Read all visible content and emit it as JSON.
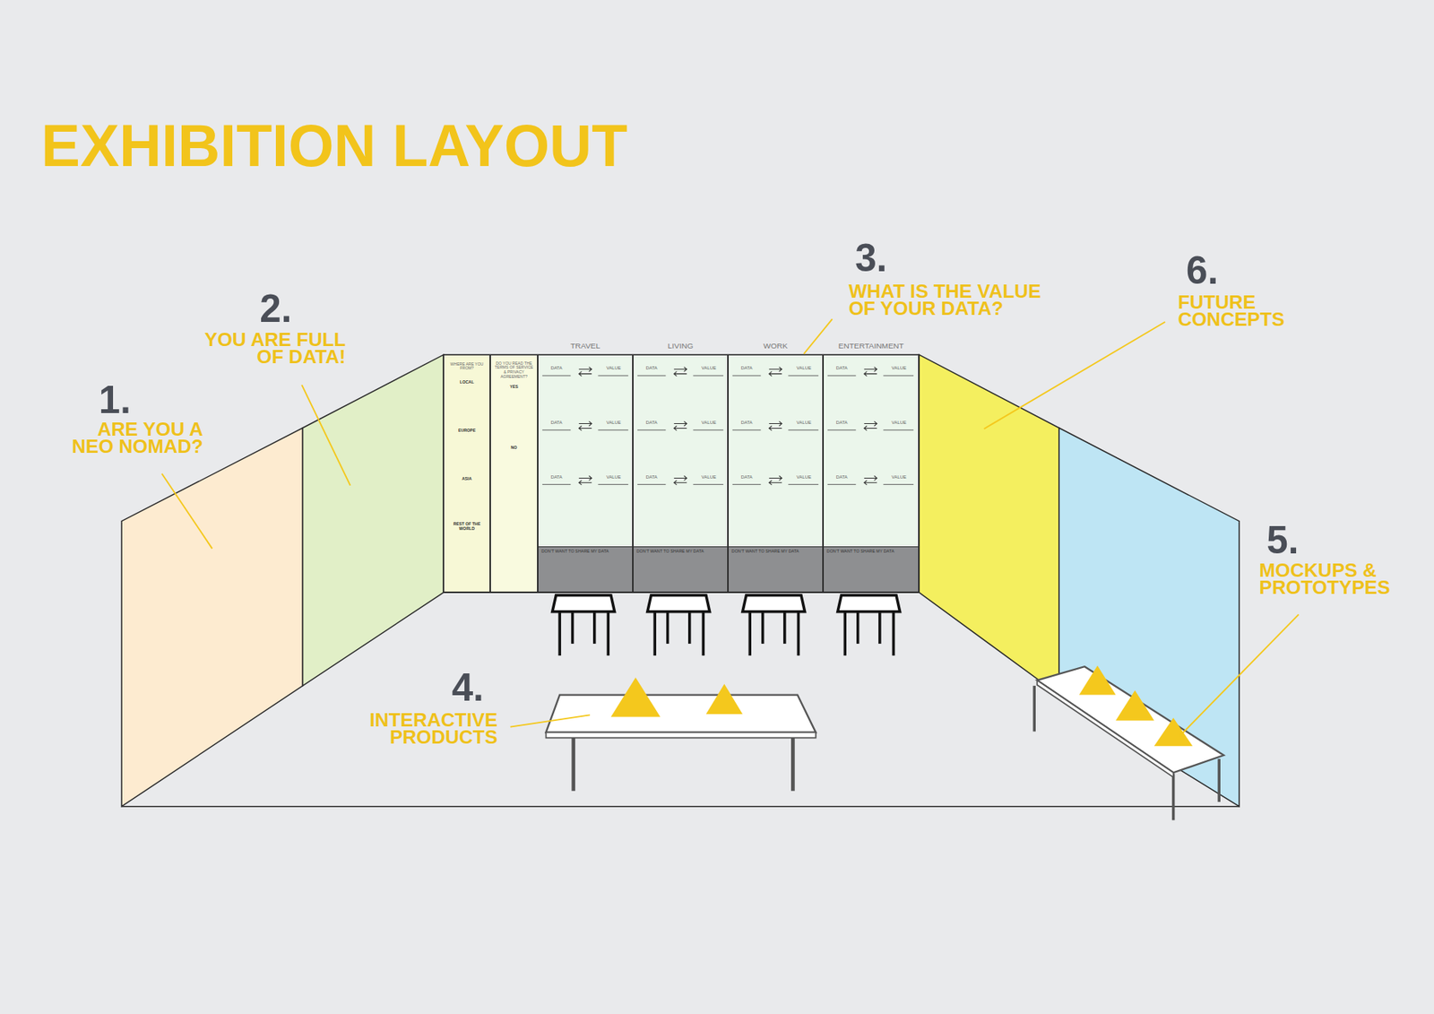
{
  "diagram": {
    "title": "EXHIBITION LAYOUT",
    "nodes": [
      {
        "text": [
          "WHERE ARE YOU FROM?",
          "LOCAL",
          "EUROPE",
          "ASIA",
          "REST OF THE WORLD"
        ]
      },
      {
        "text": [
          "DO YOU READ THE TERMS OF SERVICE & PRIVACY AGREEMENT?",
          "YES",
          "NO"
        ]
      },
      {
        "text": [
          "TRAVEL",
          "DATA",
          "VALUE",
          "DATA",
          "VALUE",
          "DATA",
          "VALUE"
        ]
      },
      {
        "text": [
          "DON'T WANT TO SHARE MY DATA"
        ],
        "in": 2
      },
      {
        "text": [
          "LIVING",
          "DATA",
          "VALUE",
          "DATA",
          "VALUE",
          "DATA",
          "VALUE"
        ]
      },
      {
        "text": [
          "DON'T WANT TO SHARE MY DATA"
        ],
        "in": 4
      },
      {
        "text": [
          "WORK",
          "DATA",
          "VALUE",
          "DATA",
          "VALUE",
          "DATA",
          "VALUE"
        ]
      },
      {
        "text": [
          "DON'T WANT TO SHARE MY DATA"
        ],
        "in": 6
      },
      {
        "text": [
          "ENTERTAINMENT",
          "DATA",
          "VALUE",
          "DATA",
          "VALUE",
          "DATA",
          "VALUE"
        ]
      },
      {
        "text": [
          "DON'T WANT TO SHARE MY DATA"
        ],
        "in": 8
      }
    ],
    "labels": [
      "1.",
      "ARE YOU A NEO NOMAD?",
      "2.",
      "YOU ARE FULL OF DATA!",
      "3.",
      "WHAT IS THE VALUE OF YOUR DATA?",
      "4.",
      "INTERACTIVE PRODUCTS",
      "5.",
      "MOCKUPS & PROTOTYPES",
      "6.",
      "FUTURE CONCEPTS"
    ]
  }
}
